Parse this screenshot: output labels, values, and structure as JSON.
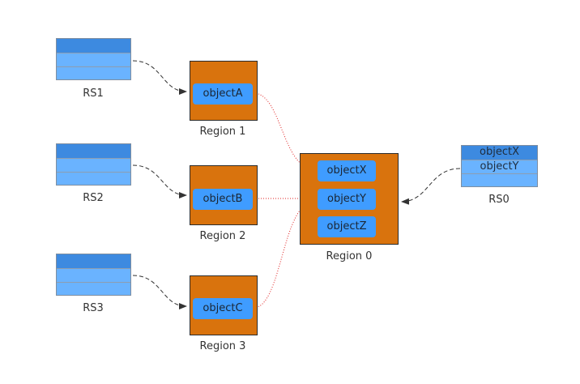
{
  "rs_nodes": [
    {
      "label": "RS1"
    },
    {
      "label": "RS2"
    },
    {
      "label": "RS3"
    },
    {
      "label": "RS0",
      "rows": [
        "objectX",
        "objectY"
      ]
    }
  ],
  "regions": [
    {
      "label": "Region 1",
      "objects": [
        "objectA"
      ]
    },
    {
      "label": "Region 2",
      "objects": [
        "objectB"
      ]
    },
    {
      "label": "Region 3",
      "objects": [
        "objectC"
      ]
    },
    {
      "label": "Region 0",
      "objects": [
        "objectX",
        "objectY",
        "objectZ"
      ]
    }
  ],
  "colors": {
    "rs_header": "#3d8ae0",
    "rs_body": "#6ab3ff",
    "region_fill": "#d9730d",
    "object_fill": "#3f9cff",
    "reference_link": "#e02020",
    "assignment_link": "#333333"
  }
}
